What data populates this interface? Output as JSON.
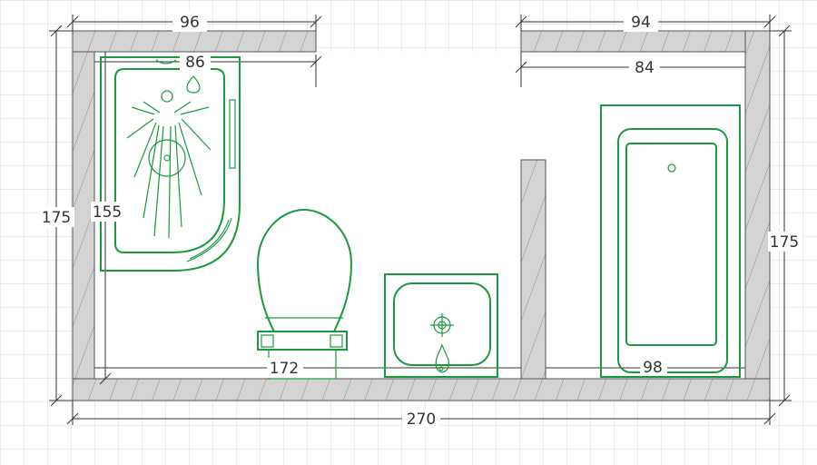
{
  "colors": {
    "fixture": "#1a9a3c",
    "wall_fill": "#d3d3d3",
    "wall_stroke": "#555555",
    "grid": "#d9d9d9",
    "dimension": "#333333",
    "background": "#ffffff"
  },
  "dimensions": {
    "top_left_width": "96",
    "shower_width": "86",
    "top_right_width": "94",
    "right_inner_width": "84",
    "left_height": "175",
    "shower_height": "155",
    "right_height": "175",
    "inner_length": "172",
    "bath_width": "98",
    "total_length": "270"
  },
  "fixtures": [
    {
      "name": "shower-enclosure"
    },
    {
      "name": "toilet"
    },
    {
      "name": "washbasin"
    },
    {
      "name": "bathtub"
    }
  ]
}
